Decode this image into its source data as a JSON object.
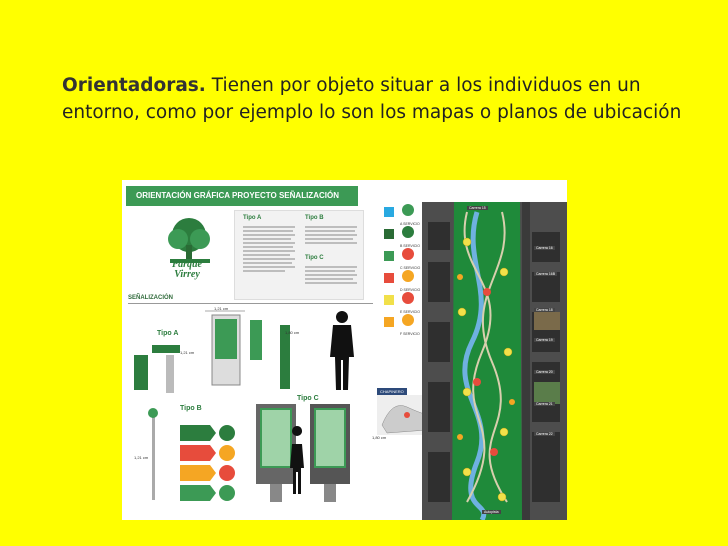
{
  "slide": {
    "heading": "Orientadoras.",
    "body": " Tienen por objeto situar a los individuos en un entorno, como  por ejemplo lo son los mapas o planos de ubicación"
  },
  "figure": {
    "header": "ORIENTACIÓN GRÁFICA  PROYECTO SEÑALIZACIÓN",
    "logo_line1": "Parque",
    "logo_line2": "Virrey",
    "section": "SEÑALIZACIÓN",
    "tipo_a": "Tipo A",
    "tipo_b": "Tipo B",
    "tipo_c": "Tipo C",
    "dim_a1": "1,21 cm",
    "dim_a2": "1,21 cm",
    "dim_a3": "1,80 cm",
    "dim_b": "1,21 cm",
    "dim_c": "1,80 cm",
    "legend": [
      "A SERVICIO",
      "B SERVICIO",
      "C SERVICIO",
      "D SERVICIO",
      "E SERVICIO",
      "F SERVICIO"
    ],
    "map_label": "CHAPINERO",
    "streets": [
      "Carrera 15",
      "Carrera 16",
      "Carrera 16B",
      "Carrera 18",
      "Carrera 19",
      "Carrera 20",
      "Carrera 21",
      "Carrera 22",
      "Autopista"
    ],
    "colors": {
      "slide_bg": "#ffff00",
      "green": "#3c9a55",
      "dark_green": "#2a6b35"
    }
  }
}
